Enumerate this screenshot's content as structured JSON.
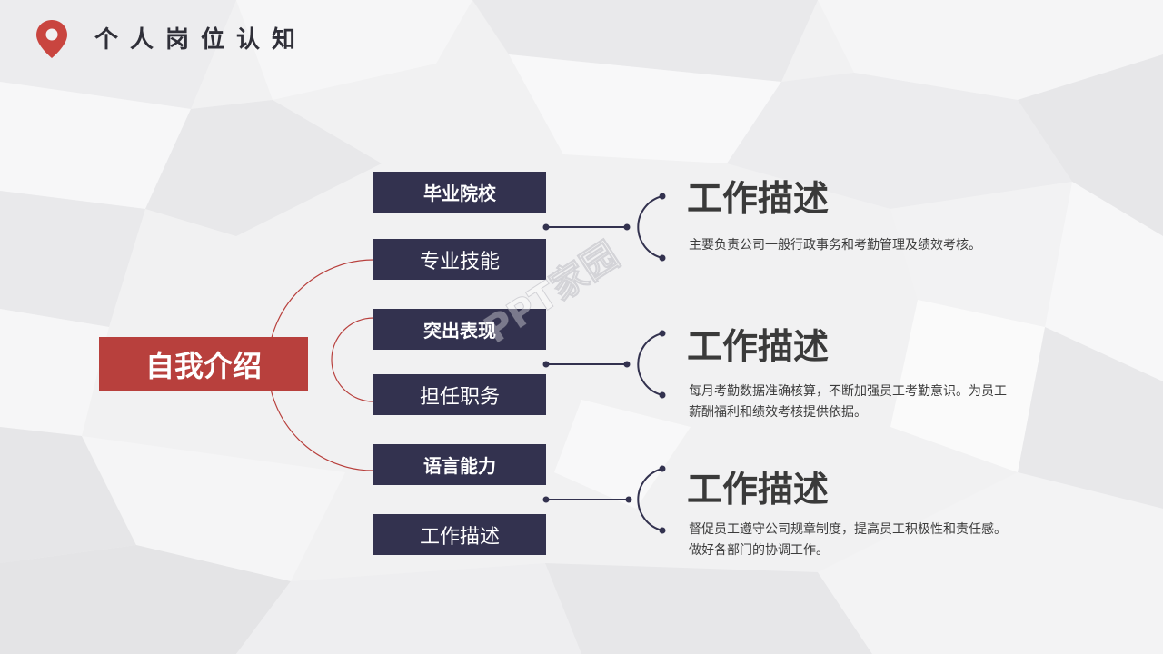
{
  "header": {
    "title": "个人岗位认知",
    "icon": "map-pin-icon",
    "icon_color": "#c9453f"
  },
  "center": {
    "label": "自我介绍",
    "color": "#b8403d"
  },
  "items": [
    {
      "label": "毕业院校"
    },
    {
      "label": "专业技能"
    },
    {
      "label": "突出表现"
    },
    {
      "label": "担任职务"
    },
    {
      "label": "语言能力"
    },
    {
      "label": "工作描述"
    }
  ],
  "item_color": "#33324f",
  "descriptions": [
    {
      "title": "工作描述",
      "text": "主要负责公司一般行政事务和考勤管理及绩效考核。"
    },
    {
      "title": "工作描述",
      "text": "每月考勤数据准确核算，不断加强员工考勤意识。为员工薪酬福利和绩效考核提供依据。"
    },
    {
      "title": "工作描述",
      "text": "督促员工遵守公司规章制度，提高员工积极性和责任感。做好各部门的协调工作。"
    }
  ],
  "watermark": "PPT家园"
}
